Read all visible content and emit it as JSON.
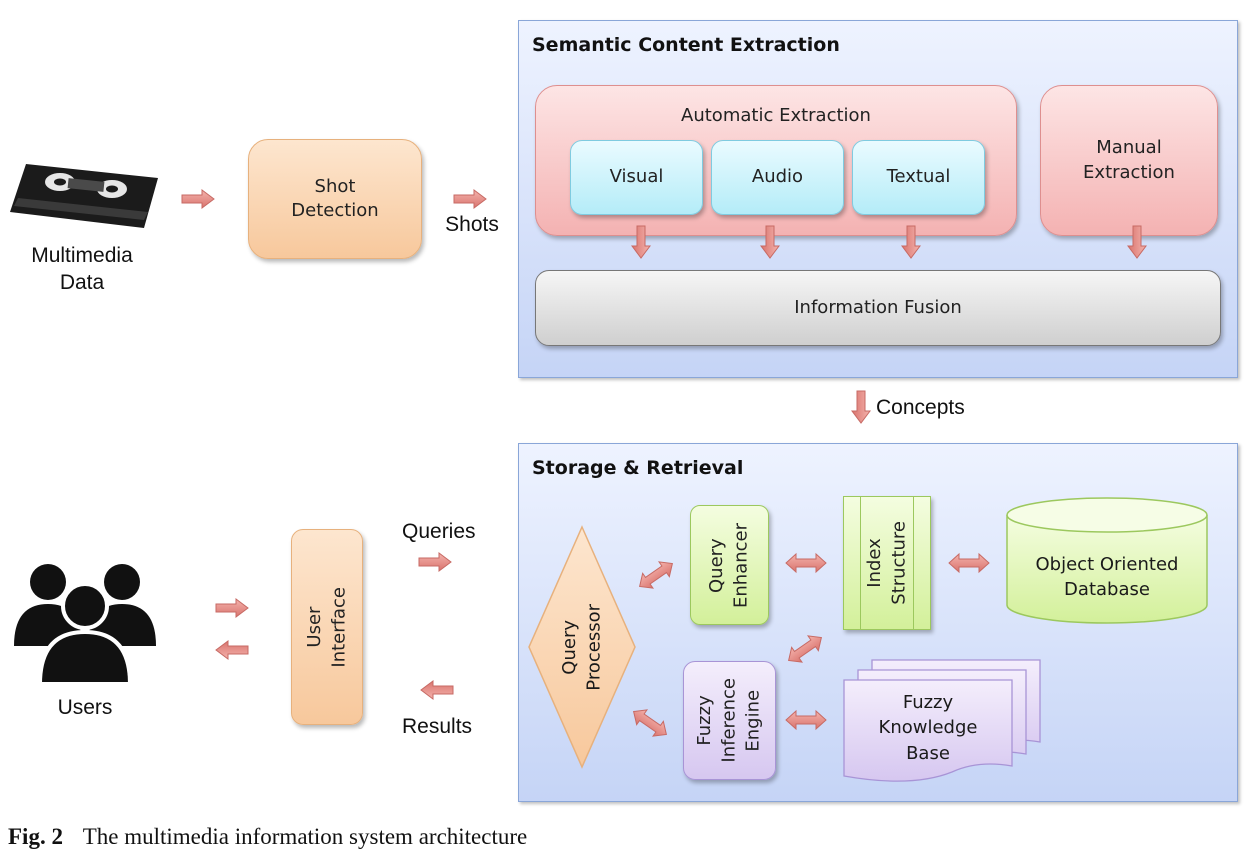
{
  "sections": {
    "extraction_title": "Semantic Content Extraction",
    "storage_title": "Storage & Retrieval"
  },
  "source": {
    "label": "Multimedia\nData",
    "icon": "video-cassette-icon"
  },
  "shot_detection": "Shot\nDetection",
  "flows": {
    "shots": "Shots",
    "concepts": "Concepts",
    "queries": "Queries",
    "results": "Results"
  },
  "automatic_extraction": {
    "title": "Automatic Extraction",
    "modalities": [
      "Visual",
      "Audio",
      "Textual"
    ]
  },
  "manual_extraction": "Manual\nExtraction",
  "information_fusion": "Information Fusion",
  "users": {
    "label": "Users",
    "icon": "users-group-icon"
  },
  "user_interface": "User\nInterface",
  "query_processor": "Query\nProcessor",
  "query_enhancer": "Query\nEnhancer",
  "index_structure": "Index\nStructure",
  "database": "Object Oriented\nDatabase",
  "fuzzy_engine": "Fuzzy\nInference\nEngine",
  "knowledge_base": "Fuzzy\nKnowledge\nBase",
  "caption": {
    "number": "Fig. 2",
    "text": "The multimedia information system architecture"
  },
  "colors": {
    "arrow": "#e8908c",
    "panel": "#c5d4f6",
    "peach": "#f7c89c",
    "pink": "#f4b2b2",
    "cyan": "#b4ecf8",
    "green": "#d3f09a",
    "lavender": "#d6c7f0"
  }
}
